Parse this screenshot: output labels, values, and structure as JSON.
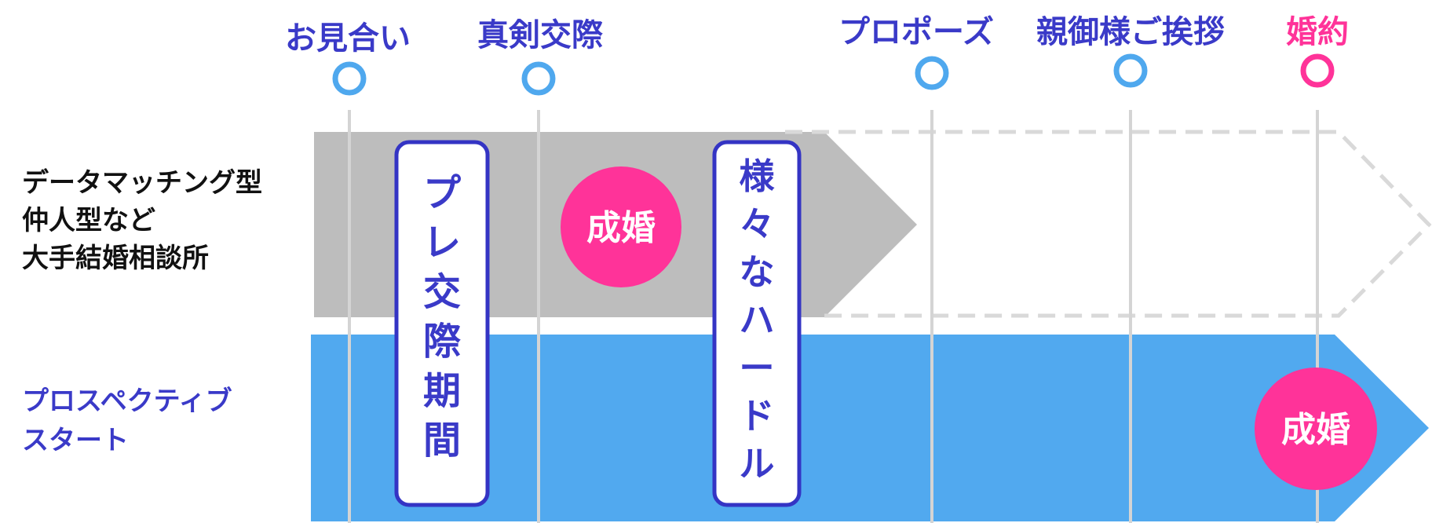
{
  "milestones": [
    {
      "id": "omiai",
      "label": "お見合い",
      "color": "#3a3ac8",
      "dot_color": "#4fa8ee"
    },
    {
      "id": "shinken",
      "label": "真剣交際",
      "color": "#3a3ac8",
      "dot_color": "#4fa8ee"
    },
    {
      "id": "propose",
      "label": "プロポーズ",
      "color": "#3a3ac8",
      "dot_color": "#4fa8ee"
    },
    {
      "id": "aisatsu",
      "label": "親御様ご挨拶",
      "color": "#3a3ac8",
      "dot_color": "#4fa8ee"
    },
    {
      "id": "konyaku",
      "label": "婚約",
      "color": "#ff3399",
      "dot_color": "#ff3399"
    }
  ],
  "rows": {
    "top": {
      "lines": [
        "データマッチング型",
        "仲人型など",
        "大手結婚相談所"
      ],
      "color": "#111111",
      "arrow_color": "#bdbdbd",
      "dashed_color": "#d9d9d9"
    },
    "bottom": {
      "lines": [
        "プロスペクティブ",
        "スタート"
      ],
      "color": "#3a3ac8",
      "arrow_color": "#51a9ef"
    }
  },
  "boxes": {
    "pre_kosai": {
      "text": "プレ交際期間",
      "color": "#3a3ac8",
      "border": "#3434c4"
    },
    "hurdles": {
      "text": "様々なハードル",
      "color": "#3a3ac8",
      "border": "#3434c4"
    }
  },
  "badges": {
    "top_seikon": {
      "text": "成婚",
      "bg": "#ff3399",
      "color": "#ffffff"
    },
    "bottom_seikon": {
      "text": "成婚",
      "bg": "#ff3399",
      "color": "#ffffff"
    }
  },
  "colors": {
    "guide_line": "#d4d4d4",
    "background": "#ffffff"
  }
}
